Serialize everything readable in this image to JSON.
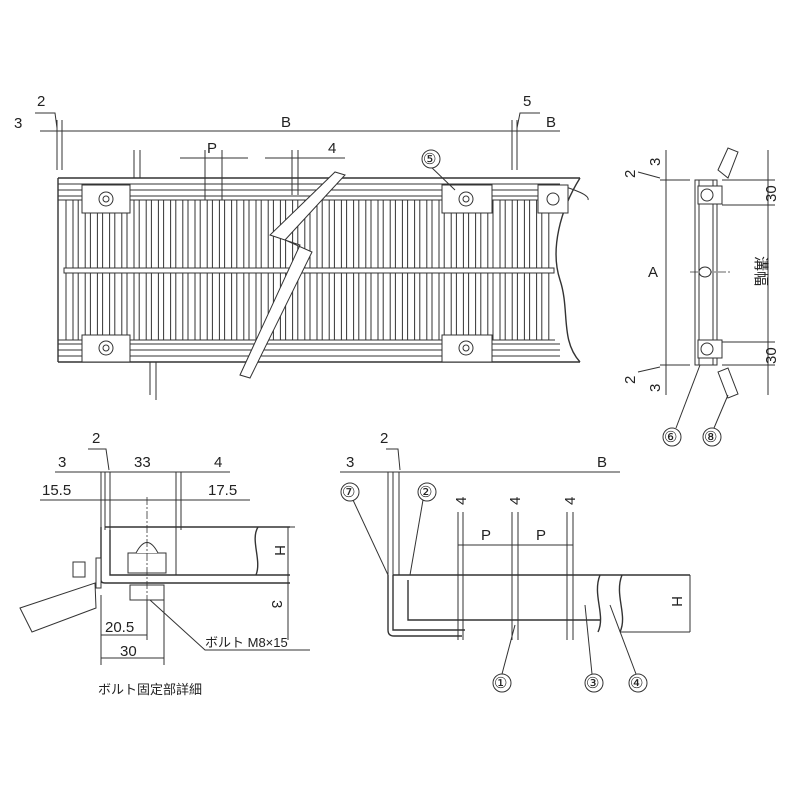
{
  "top_view": {
    "dim_left_3": "3",
    "dim_left_2": "2",
    "dim_B": "B",
    "dim_right_5": "5",
    "dim_right_B": "B",
    "dim_P": "P",
    "dim_4": "4",
    "callout_5": "⑤"
  },
  "side_view": {
    "dim_A": "A",
    "dim_width": "溝幅",
    "dim_30_top": "30",
    "dim_30_bottom": "30",
    "dim_2_top": "2",
    "dim_3_top": "3",
    "dim_2_bottom": "2",
    "dim_3_bottom": "3",
    "callout_6": "⑥",
    "callout_8": "⑧"
  },
  "bolt_detail": {
    "dim_2": "2",
    "dim_3": "3",
    "dim_33": "33",
    "dim_4": "4",
    "dim_15_5": "15.5",
    "dim_17_5": "17.5",
    "dim_H": "H",
    "dim_3_v": "3",
    "dim_20_5": "20.5",
    "dim_30": "30",
    "bolt_label": "ボルト M8×15",
    "caption": "ボルト固定部詳細"
  },
  "section_view": {
    "dim_3": "3",
    "dim_2": "2",
    "dim_B": "B",
    "callout_7": "⑦",
    "callout_2": "②",
    "dim_4a": "4",
    "dim_4b": "4",
    "dim_4c": "4",
    "dim_Pa": "P",
    "dim_Pb": "P",
    "dim_H": "H",
    "callout_1": "①",
    "callout_3": "③",
    "callout_4": "④"
  }
}
